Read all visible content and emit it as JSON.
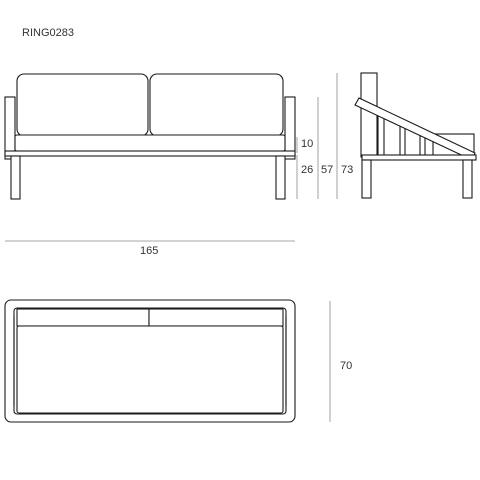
{
  "product_code": "RING0283",
  "dimensions": {
    "seat_cushion_height": "10",
    "seat_height": "26",
    "arm_height": "57",
    "overall_height": "73",
    "overall_width": "165",
    "overall_depth": "70"
  },
  "colors": {
    "line": "#1a1a1a",
    "dimension_line": "#8a8a8a",
    "text": "#333333"
  }
}
